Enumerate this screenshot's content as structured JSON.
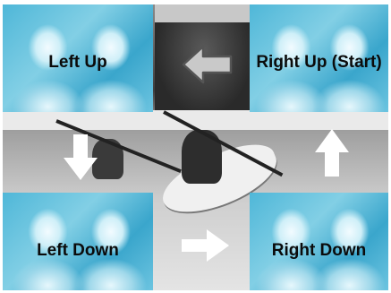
{
  "tiles": {
    "left_up": "Left Up",
    "right_up": "Right Up (Start)",
    "left_down": "Left Down",
    "right_down": "Right Down"
  },
  "arrows": [
    "left-arrow-icon",
    "down-arrow-icon",
    "up-arrow-icon",
    "right-arrow-icon"
  ],
  "colors": {
    "tile_tint": "#4fb7d8",
    "arrow_fill": "#ffffff",
    "arrow_outline": "#555555",
    "label_text": "#0b0b0b"
  }
}
